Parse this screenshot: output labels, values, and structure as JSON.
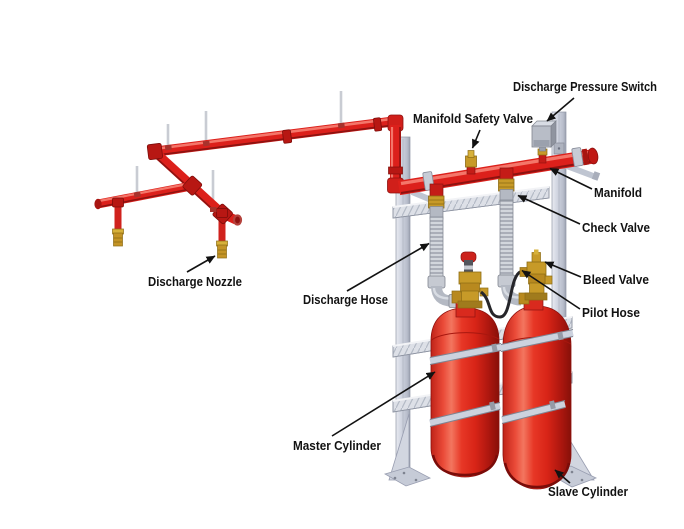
{
  "figure": {
    "labels": {
      "discharge_pressure_switch": "Discharge Pressure Switch",
      "manifold_safety_valve": "Manifold Safety Valve",
      "manifold": "Manifold",
      "check_valve": "Check Valve",
      "bleed_valve": "Bleed Valve",
      "pilot_hose": "Pilot Hose",
      "discharge_hose": "Discharge Hose",
      "discharge_nozzle": "Discharge Nozzle",
      "master_cylinder": "Master Cylinder",
      "slave_cylinder": "Slave Cylinder"
    },
    "colors": {
      "pipe_red": "#dc201b",
      "pipe_highlight": "#f4766a",
      "pipe_shadow": "#8e1210",
      "brass": "#c79a28",
      "steel_gray": "#ccd1dd",
      "hose_gray": "#c6cad2",
      "cylinder_red": "#d82417",
      "label_text": "#121212",
      "background": "#ffffff"
    }
  }
}
